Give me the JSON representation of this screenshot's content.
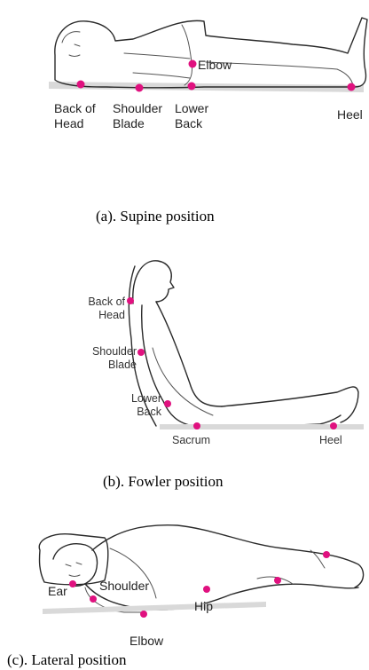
{
  "panels": {
    "supine": {
      "caption": "(a). Supine position",
      "labels": {
        "back_of_head": "Back of\nHead",
        "shoulder_blade": "Shoulder\nBlade",
        "lower_back": "Lower\nBack",
        "elbow": "Elbow",
        "heel": "Heel"
      }
    },
    "fowler": {
      "caption": "(b). Fowler position",
      "labels": {
        "back_of_head": "Back of\nHead",
        "shoulder_blade": "Shoulder\nBlade",
        "lower_back": "Lower\nBack",
        "sacrum": "Sacrum",
        "heel": "Heel"
      }
    },
    "lateral": {
      "caption": "(c). Lateral position",
      "labels": {
        "ear": "Ear",
        "shoulder": "Shoulder",
        "hip": "Hip",
        "elbow": "Elbow"
      }
    }
  },
  "colors": {
    "pressure_point": "#e0117f",
    "outline": "#2a2a2a"
  }
}
